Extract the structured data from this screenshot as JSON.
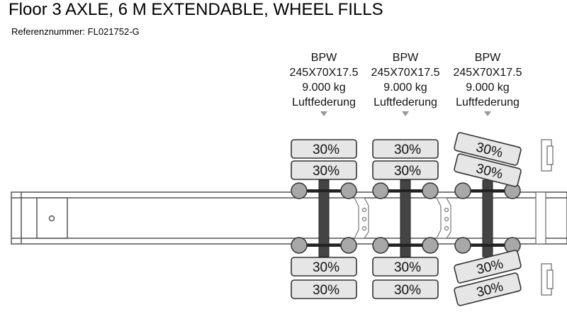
{
  "header": {
    "title": "Floor 3 AXLE, 6 M EXTENDABLE, WHEEL FILLS",
    "reference": "Referenznummer: FL021752-G"
  },
  "axles": [
    {
      "brand": "BPW",
      "tire_size": "245X70X17.5",
      "load": "9.000 kg",
      "suspension": "Luftfederung",
      "steering": false,
      "tires": [
        "30%",
        "30%",
        "30%",
        "30%"
      ]
    },
    {
      "brand": "BPW",
      "tire_size": "245X70X17.5",
      "load": "9.000 kg",
      "suspension": "Luftfederung",
      "steering": false,
      "tires": [
        "30%",
        "30%",
        "30%",
        "30%"
      ]
    },
    {
      "brand": "BPW",
      "tire_size": "245X70X17.5",
      "load": "9.000 kg",
      "suspension": "Luftfederung",
      "steering": true,
      "tires": [
        "30%",
        "30%",
        "30%",
        "30%"
      ]
    }
  ],
  "colors": {
    "tire_fill": "#e6e6e6",
    "axle_bar": "#444444",
    "hub": "#a8a8a8",
    "frame": "#555555"
  }
}
